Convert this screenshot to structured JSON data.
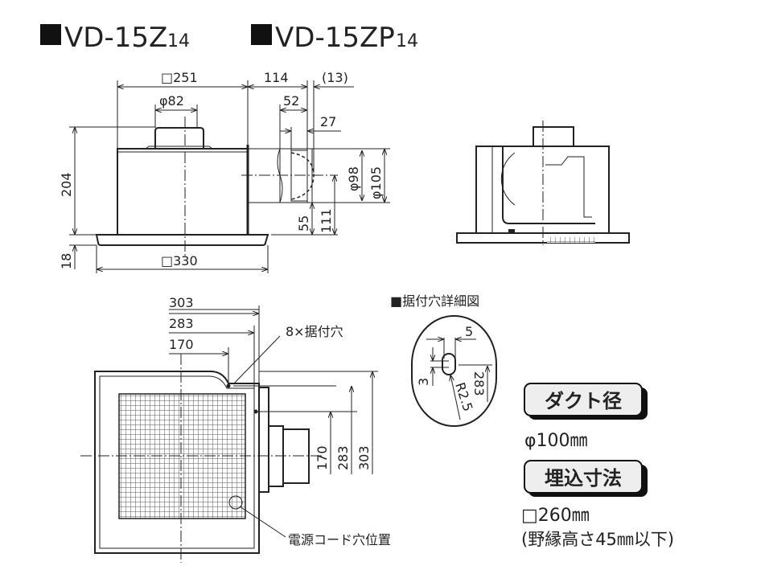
{
  "title": {
    "model1": "VD-15Z",
    "suffix1": "14",
    "model2": "VD-15ZP",
    "suffix2": "14"
  },
  "side_view": {
    "width_body": "□251",
    "duct_length": "114",
    "flange_offset": "(13)",
    "spigot_dia": "φ82",
    "duct_52": "52",
    "duct_27": "27",
    "height": "204",
    "flange_h": "18",
    "base_width": "□330",
    "dia_98": "φ98",
    "dia_105": "φ105",
    "h_55": "55",
    "h_111": "111"
  },
  "bottom_view": {
    "w_303": "303",
    "w_283": "283",
    "w_170": "170",
    "h_170": "170",
    "h_283": "283",
    "h_303": "303",
    "mount_holes": "8×据付穴",
    "cord_hole": "電源コード穴位置"
  },
  "detail": {
    "title": "■据付穴詳細図",
    "d5": "5",
    "d3": "3",
    "d283": "283",
    "r": "R2.5"
  },
  "specs": {
    "duct_label": "ダクト径",
    "duct_value": "φ100㎜",
    "embed_label": "埋込寸法",
    "embed_value": "□260㎜",
    "embed_note": "(野縁高さ45㎜以下)"
  }
}
